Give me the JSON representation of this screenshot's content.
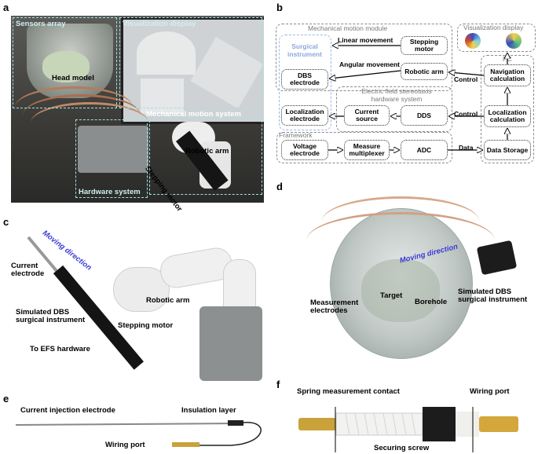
{
  "panels": {
    "a": {
      "letter": "a",
      "labels": {
        "sensors_array": "Sensors array",
        "visualization_display": "Visualization display",
        "head_model": "Head model",
        "mechanical_motion_system": "Mechanical motion system",
        "robotic_arm": "Robotic arm",
        "stepping_motor": "Stepping motor",
        "hardware_system": "Hardware system"
      }
    },
    "b": {
      "letter": "b",
      "groups": {
        "mechanical_motion_module": "Mechanical motion module",
        "surgical_instrument": "Surgical instrument",
        "efs_hardware": "Electric field stereotaxis hardware system",
        "framework": "Framework",
        "visualization": "Visualization  display",
        "pc": "PC"
      },
      "blocks": {
        "stepping_motor": "Stepping motor",
        "robotic_arm": "Robotic arm",
        "dbs_electrode": "DBS electrode",
        "navigation_calc": "Navigation calculation",
        "localization_electrode": "Localization electrode",
        "current_source": "Current source",
        "dds": "DDS",
        "localization_calc": "Localization calculation",
        "voltage_electrode": "Voltage electrode",
        "measure_multiplexer": "Measure multiplexer",
        "adc": "ADC",
        "data_storage": "Data Storage"
      },
      "arrows": {
        "linear": "Linear movement",
        "angular": "Angular movement",
        "control1": "Control",
        "control2": "Control",
        "data": "Data"
      }
    },
    "c": {
      "letter": "c",
      "labels": {
        "moving_direction": "Moving direction",
        "current_electrode": "Current electrode",
        "simulated_dbs": "Simulated DBS surgical instrument",
        "robotic_arm": "Robotic arm",
        "stepping_motor": "Stepping motor",
        "to_efs": "To EFS hardware"
      }
    },
    "d": {
      "letter": "d",
      "labels": {
        "moving_direction": "Moving direction",
        "target": "Target",
        "borehole": "Borehole",
        "measurement_electrodes": "Measurement electrodes",
        "simulated_dbs": "Simulated DBS surgical instrument"
      }
    },
    "e": {
      "letter": "e",
      "labels": {
        "current_injection": "Current injection electrode",
        "insulation_layer": "Insulation layer",
        "wiring_port": "Wiring port"
      }
    },
    "f": {
      "letter": "f",
      "labels": {
        "spring_contact": "Spring measurement contact",
        "wiring_port": "Wiring port",
        "securing_screw": "Securing screw"
      }
    }
  },
  "colors": {
    "accent_cyan": "#9ee3e6",
    "moving_direction_blue": "#3a3ad8",
    "gold": "#c9a23a"
  }
}
